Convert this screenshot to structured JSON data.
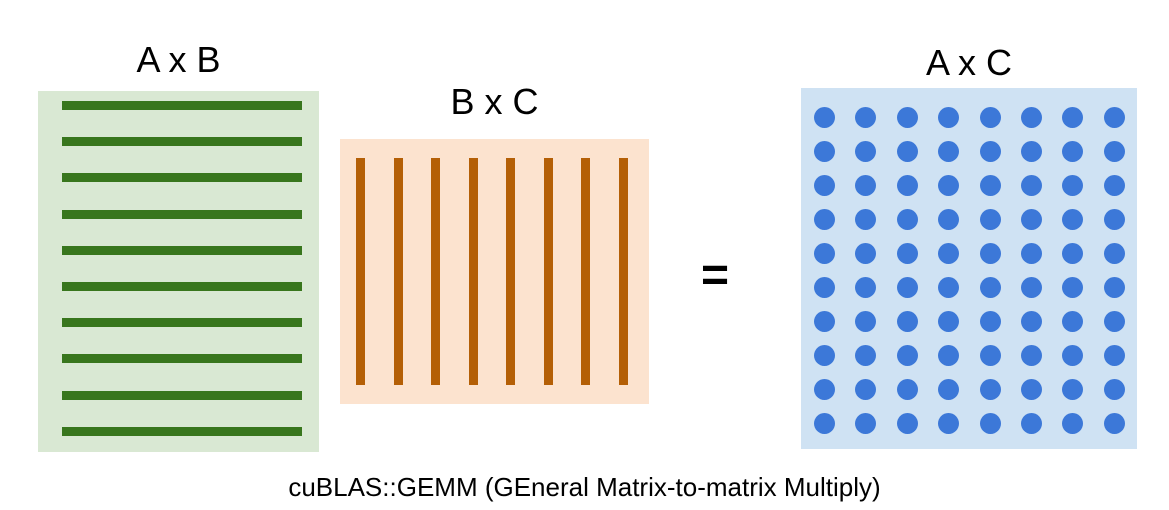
{
  "labels": {
    "matrix_a": "A x B",
    "matrix_b": "B x C",
    "matrix_result": "A x C"
  },
  "operator": "=",
  "caption": "cuBLAS::GEMM (GEneral Matrix-to-matrix Multiply)",
  "matrix_a": {
    "rows": 10,
    "fill_color": "#d9e8d3",
    "line_color": "#38761d"
  },
  "matrix_b": {
    "cols": 8,
    "fill_color": "#fce3cf",
    "line_color": "#b45f06"
  },
  "matrix_result": {
    "rows": 10,
    "cols": 8,
    "fill_color": "#cfe2f3",
    "dot_color": "#3c78d8"
  }
}
